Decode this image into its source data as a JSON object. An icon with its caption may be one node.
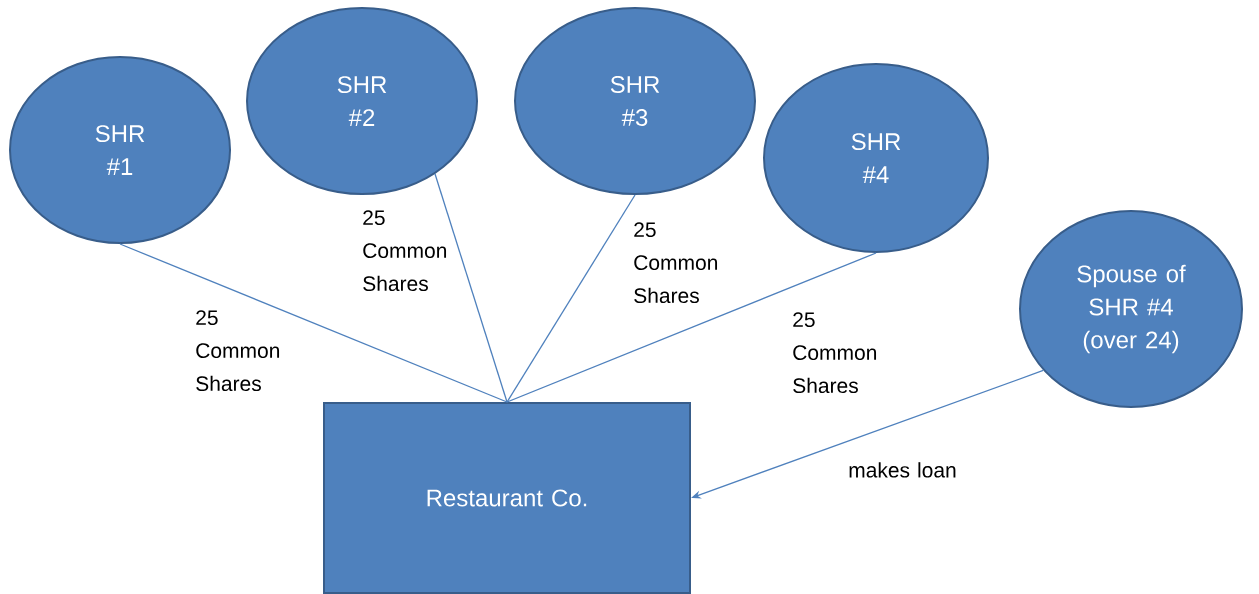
{
  "diagram": {
    "nodes": [
      {
        "text": [
          "SHR #1"
        ]
      },
      {
        "text": [
          "SHR #2"
        ]
      },
      {
        "text": [
          "SHR #3"
        ]
      },
      {
        "text": [
          "SHR #4"
        ]
      },
      {
        "text": [
          "Spouse of SHR #4 (over 24)"
        ]
      },
      {
        "text": [
          "Restaurant Co."
        ]
      }
    ],
    "edges": [
      {
        "from": 0,
        "to": 5,
        "arrow": "none",
        "label": "25 Common Shares"
      },
      {
        "from": 1,
        "to": 5,
        "arrow": "none",
        "label": "25 Common Shares"
      },
      {
        "from": 2,
        "to": 5,
        "arrow": "none",
        "label": "25 Common Shares"
      },
      {
        "from": 3,
        "to": 5,
        "arrow": "none",
        "label": "25 Common Shares"
      },
      {
        "from": 4,
        "to": 5,
        "arrow": "to",
        "label": "makes loan"
      }
    ]
  }
}
